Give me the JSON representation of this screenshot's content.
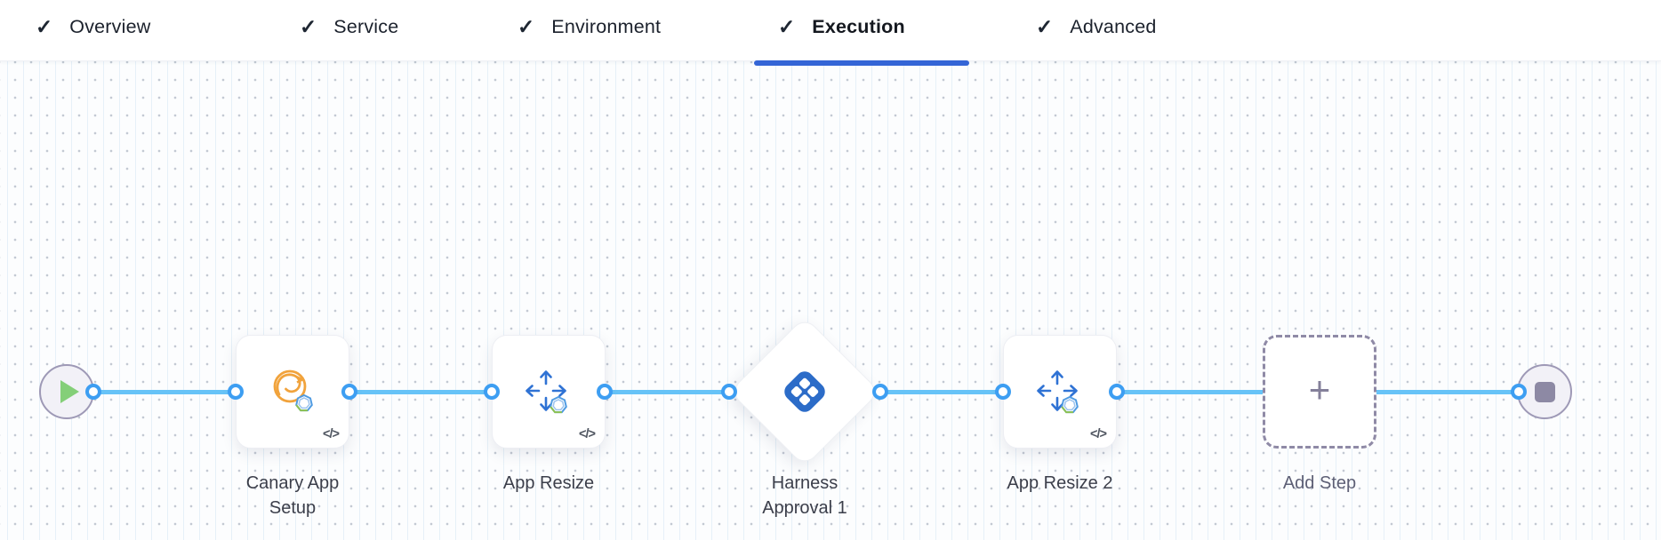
{
  "tabs": {
    "items": [
      {
        "label": "Overview",
        "checked": true,
        "active": false
      },
      {
        "label": "Service",
        "checked": true,
        "active": false
      },
      {
        "label": "Environment",
        "checked": true,
        "active": false
      },
      {
        "label": "Execution",
        "checked": true,
        "active": true
      },
      {
        "label": "Advanced",
        "checked": true,
        "active": false
      }
    ]
  },
  "icons": {
    "check": "✓",
    "code": "</>",
    "plus": "+"
  },
  "pipeline": {
    "nodes": [
      {
        "id": "start",
        "type": "start-node",
        "icon": "play-icon"
      },
      {
        "id": "canary_app_setup",
        "label": "Canary App Setup",
        "type": "step",
        "icon": "canary-bird-icon"
      },
      {
        "id": "app_resize",
        "label": "App Resize",
        "type": "step",
        "icon": "resize-arrows-icon"
      },
      {
        "id": "harness_approval_1",
        "label": "Harness Approval 1",
        "type": "approval-step",
        "icon": "harness-logo-icon"
      },
      {
        "id": "app_resize_2",
        "label": "App Resize 2",
        "type": "step",
        "icon": "resize-arrows-icon"
      },
      {
        "id": "add_step",
        "label": "Add Step",
        "type": "add-step-button",
        "icon": "plus-icon"
      },
      {
        "id": "end",
        "type": "end-node",
        "icon": "stop-icon"
      }
    ]
  },
  "colors": {
    "active_tab_underline": "#3465d6",
    "connector_line": "#67c3f7",
    "port_ring": "#3d9ef2",
    "canary_orange": "#f1a33c",
    "step_icon_blue": "#2f72d4",
    "harness_logo_blue": "#2c6cc8",
    "play_green": "#84cf78",
    "stop_gray": "#8d89a4",
    "node_label": "#3b3e4a"
  }
}
